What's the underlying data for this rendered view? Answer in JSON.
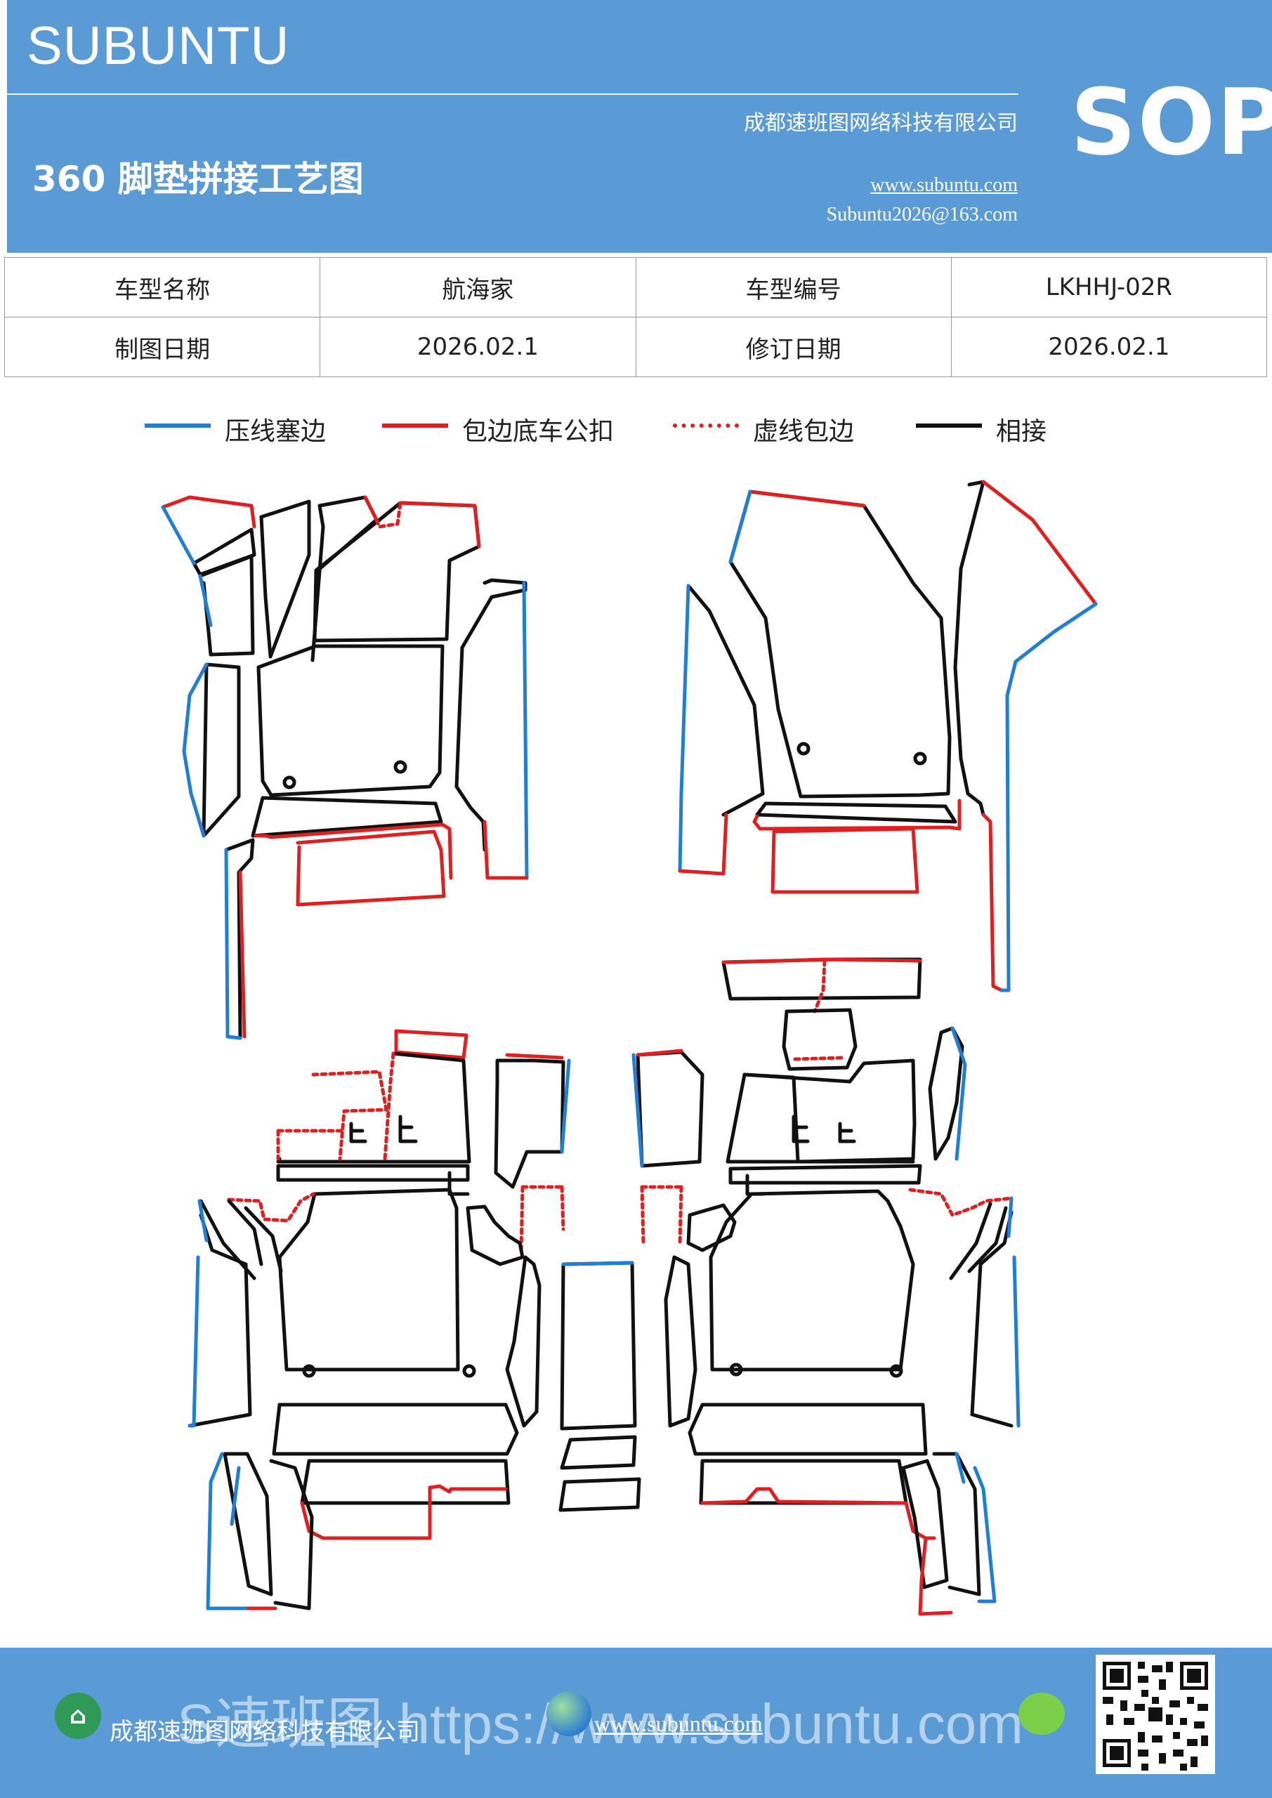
{
  "header": {
    "brand": "SUBUNTU",
    "company": "成都速班图网络科技有限公司",
    "title": "360 脚垫拼接工艺图",
    "website": "www.subuntu.com",
    "email": "Subuntu2026@163.com",
    "badge": "SOP"
  },
  "info_table": {
    "rows": [
      [
        "车型名称",
        "航海家",
        "车型编号",
        "LKHHJ-02R"
      ],
      [
        "制图日期",
        "2026.02.1",
        "修订日期",
        "2026.02.1"
      ]
    ]
  },
  "legend": [
    {
      "label": "压线塞边",
      "color": "#1f7fd4",
      "style": "solid"
    },
    {
      "label": "包边底车公扣",
      "color": "#e02020",
      "style": "solid"
    },
    {
      "label": "虚线包边",
      "color": "#e02020",
      "style": "dotted"
    },
    {
      "label": "相接",
      "color": "#111111",
      "style": "solid"
    }
  ],
  "footer": {
    "company": "成都速班图网络科技有限公司",
    "website": "www.subuntu.com",
    "watermark": "S速班图 https://www.subuntu.com"
  },
  "icons": {
    "footer_left": "building-icon",
    "footer_middle": "globe-icon",
    "footer_right": "wechat-icon",
    "qr": "qr-code-icon"
  },
  "colors": {
    "header_bg": "#5b9bd5",
    "blue_line": "#1f7fd4",
    "red_line": "#e02020",
    "black_line": "#111111"
  }
}
